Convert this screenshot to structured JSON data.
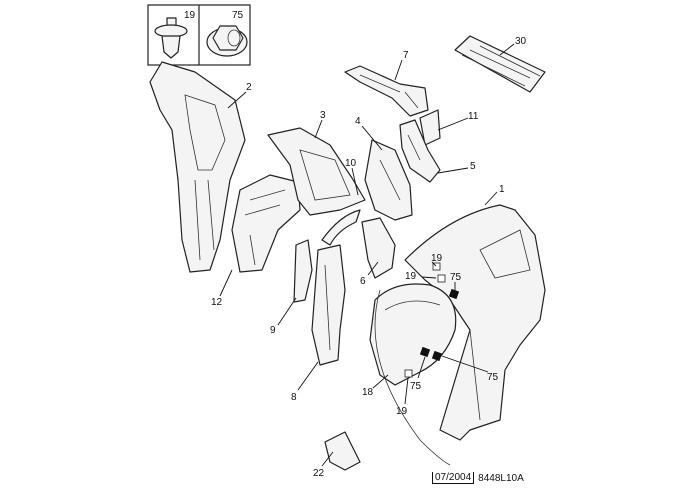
{
  "inset": {
    "items": [
      {
        "label": "19",
        "name": "clip"
      },
      {
        "label": "75",
        "name": "flange-nut"
      }
    ]
  },
  "callouts": {
    "c30": "30",
    "c7": "7",
    "c2": "2",
    "c3": "3",
    "c4": "4",
    "c11": "11",
    "c10": "10",
    "c5": "5",
    "c1": "1",
    "c19a": "19",
    "c75a": "75",
    "c19b": "19",
    "c6": "6",
    "c12": "12",
    "c9": "9",
    "c8": "8",
    "c18": "18",
    "c75b": "75",
    "c19c": "19",
    "c75c": "75",
    "c22": "22"
  },
  "footer": {
    "date": "07/2004",
    "ref": "8448L10A"
  }
}
